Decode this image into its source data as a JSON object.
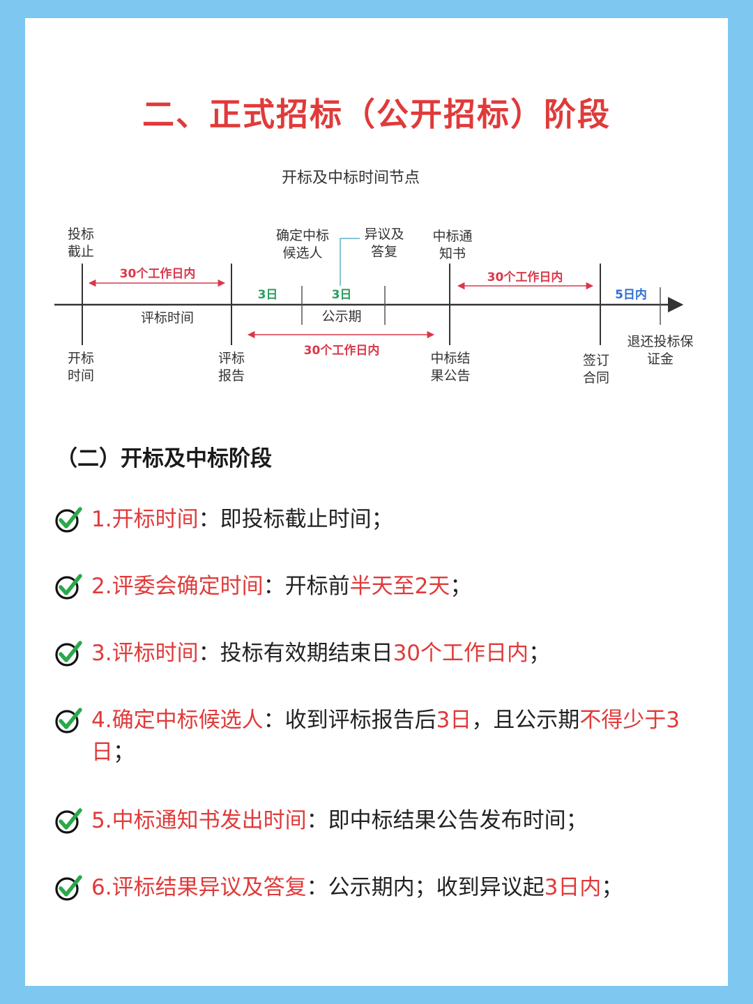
{
  "title": "二、正式招标（公开招标）阶段",
  "timeline": {
    "caption": "开标及中标时间节点",
    "nodes": {
      "bid_deadline": [
        "投标",
        "截止"
      ],
      "confirm_candidate": [
        "确定中标",
        "候选人"
      ],
      "objection_reply": [
        "异议及",
        "答复"
      ],
      "award_notice": [
        "中标通",
        "知书"
      ],
      "bid_opening": [
        "开标",
        "时间"
      ],
      "eval_report": [
        "评标",
        "报告"
      ],
      "result_notice": [
        "中标结",
        "果公告"
      ],
      "sign_contract": [
        "签订",
        "合同"
      ],
      "refund_deposit": [
        "退还投标保",
        "证金"
      ]
    },
    "spans": {
      "eval_30": "30个工作日内",
      "eval_time": "评标时间",
      "day3_a": "3日",
      "day3_b": "3日",
      "publicity": "公示期",
      "report_to_result_30": "30个工作日内",
      "notice_to_contract_30": "30个工作日内",
      "within_5_days": "5日内"
    }
  },
  "section_heading": "（二）开标及中标阶段",
  "items": [
    {
      "label": "1.开标时间",
      "sep": "：",
      "segments": [
        {
          "t": "即投标截止时间；",
          "red": false
        }
      ]
    },
    {
      "label": "2.评委会确定时间",
      "sep": "：",
      "segments": [
        {
          "t": "开标前",
          "red": false
        },
        {
          "t": "半天至2天",
          "red": true
        },
        {
          "t": "；",
          "red": false
        }
      ]
    },
    {
      "label": "3.评标时间",
      "sep": "：",
      "segments": [
        {
          "t": "投标有效期结束日",
          "red": false
        },
        {
          "t": "30个工作日内",
          "red": true
        },
        {
          "t": "；",
          "red": false
        }
      ]
    },
    {
      "label": "4.确定中标候选人",
      "sep": "：",
      "segments": [
        {
          "t": "收到评标报告后",
          "red": false
        },
        {
          "t": "3日",
          "red": true
        },
        {
          "t": "，且公示期",
          "red": false
        },
        {
          "t": "不得少于3日",
          "red": true
        },
        {
          "t": "；",
          "red": false
        }
      ]
    },
    {
      "label": "5.中标通知书发出时间",
      "sep": "：",
      "segments": [
        {
          "t": "即中标结果公告发布时间；",
          "red": false
        }
      ]
    },
    {
      "label": "6.评标结果异议及答复",
      "sep": "：",
      "segments": [
        {
          "t": "公示期内；收到异议起",
          "red": false
        },
        {
          "t": "3日内",
          "red": true
        },
        {
          "t": "；",
          "red": false
        }
      ]
    }
  ],
  "colors": {
    "accent_red": "#e03a3a",
    "check_green": "#2aa84a",
    "frame_blue": "#7dc7f0"
  },
  "icons": {
    "item_marker": "check-icon"
  }
}
